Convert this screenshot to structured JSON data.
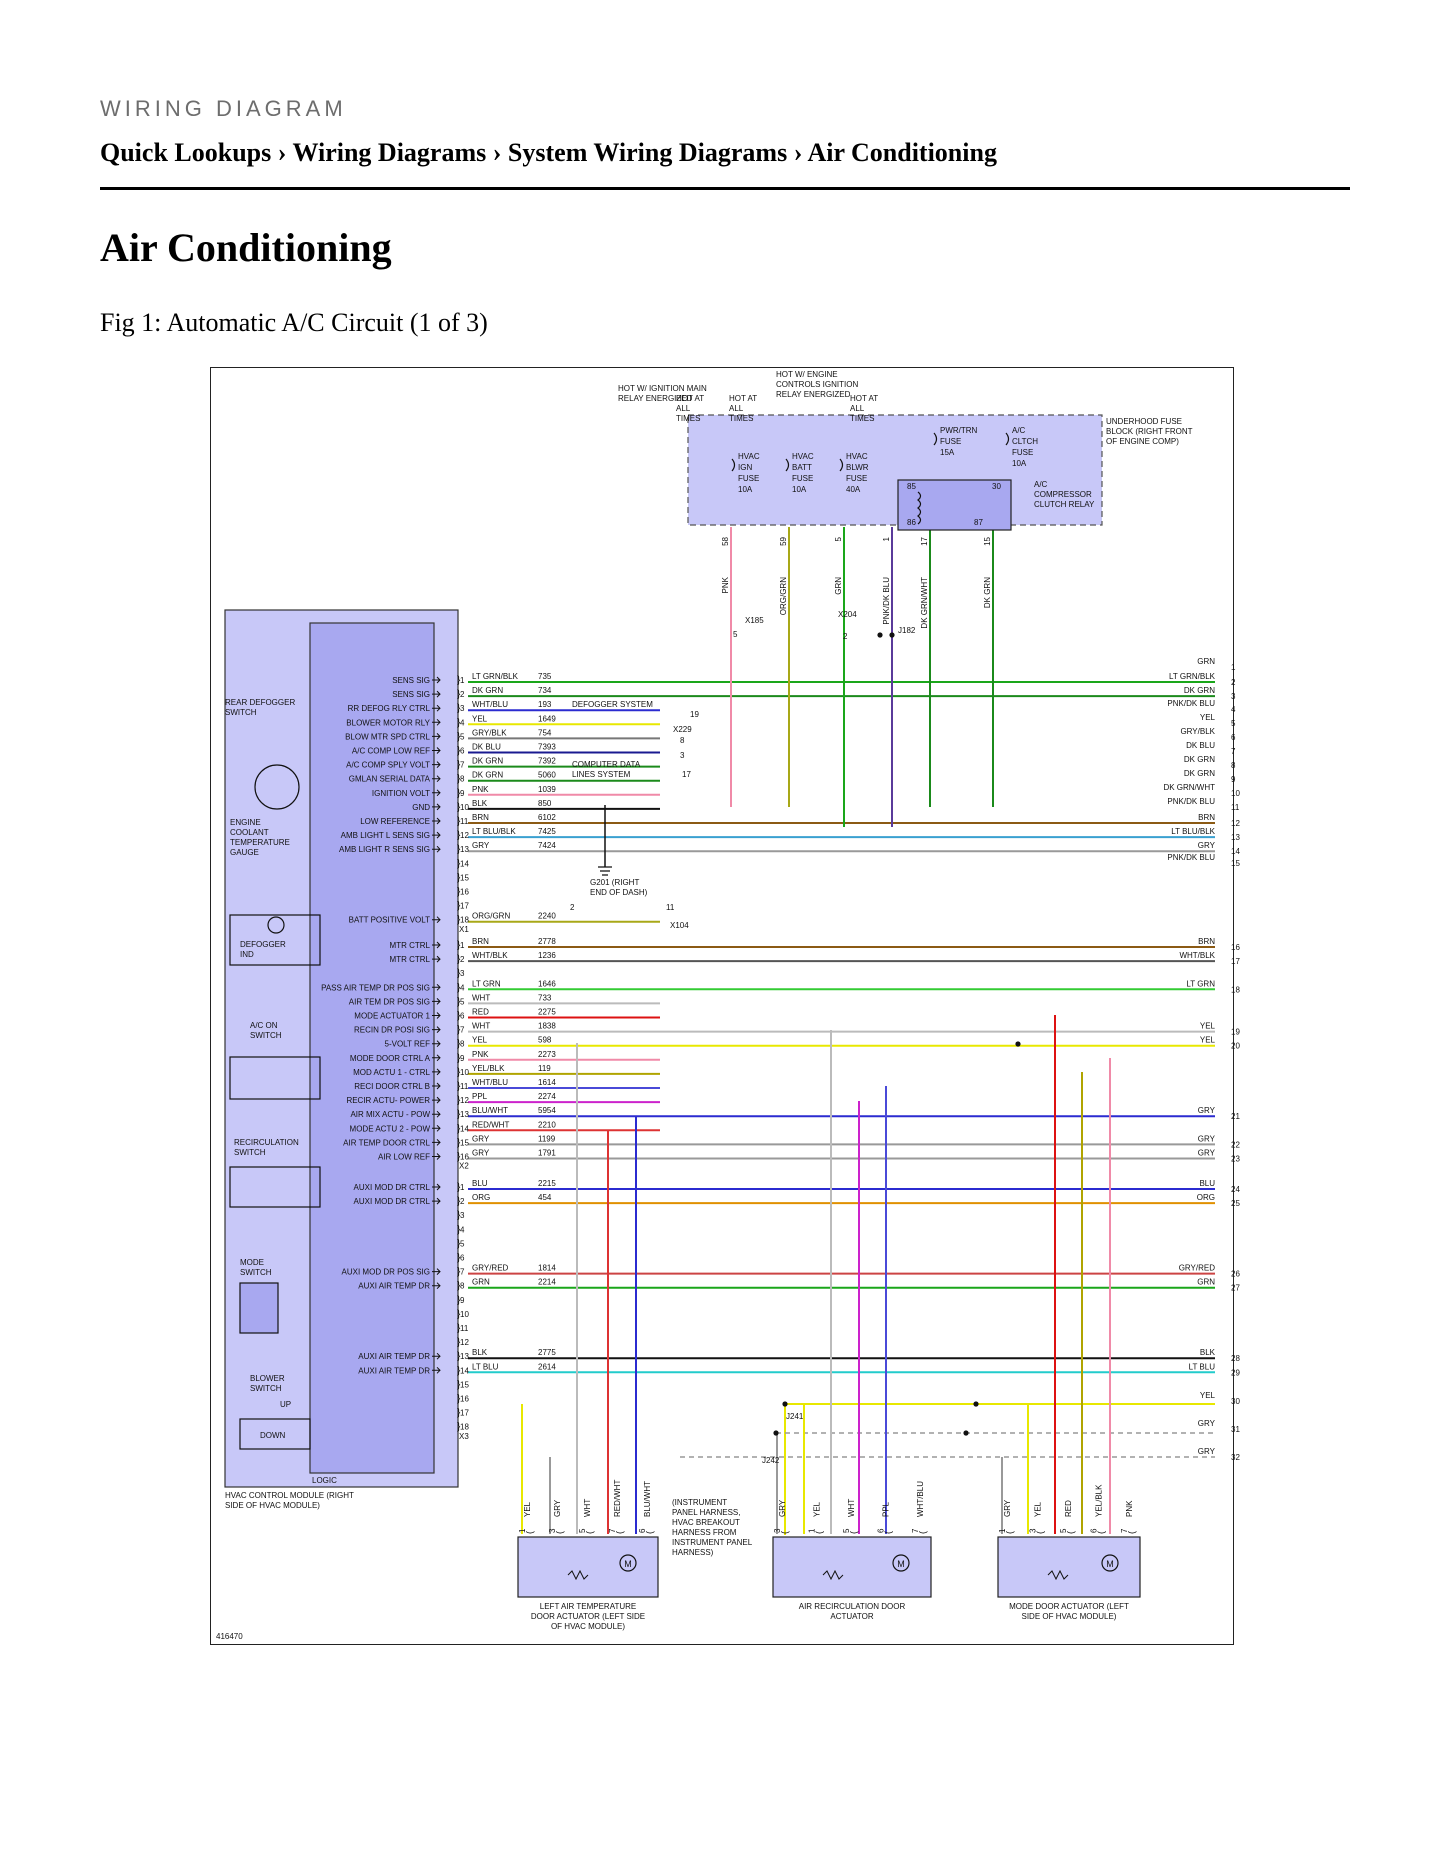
{
  "header": {
    "kicker": "WIRING DIAGRAM",
    "breadcrumb": [
      "Quick Lookups",
      "Wiring Diagrams",
      "System Wiring Diagrams",
      "Air Conditioning"
    ],
    "sep": "›"
  },
  "page": {
    "title": "Air Conditioning",
    "figure_caption": "Fig 1: Automatic A/C Circuit (1 of 3)"
  },
  "diagram": {
    "figure_id": "416470",
    "hot_labels": [
      "HOT W/ IGNITION MAIN RELAY ENERGIZED",
      "HOT AT ALL TIMES",
      "HOT AT ALL TIMES",
      "HOT W/ ENGINE CONTROLS IGNITION RELAY ENERGIZED",
      "HOT AT ALL TIMES"
    ],
    "fuse_block": "UNDERHOOD FUSE BLOCK (RIGHT FRONT OF ENGINE COMP)",
    "fuses": [
      "HVAC IGN FUSE 10A",
      "HVAC BATT FUSE 10A",
      "HVAC BLWR FUSE 40A",
      "PWR/TRN FUSE 15A",
      "A/C CLTCH FUSE 10A"
    ],
    "relay": {
      "label": "A/C COMPRESSOR CLUTCH RELAY",
      "pins": [
        "85",
        "30",
        "86",
        "87"
      ]
    },
    "feed_wires": [
      {
        "pin": "58",
        "color": "PNK",
        "hex": "#f08aa8"
      },
      {
        "pin": "59",
        "color": "ORG/GRN",
        "hex": "#a8a818"
      },
      {
        "pin": "5",
        "connector": "X2",
        "color": "GRN",
        "hex": "#1aa61a"
      },
      {
        "pin": "1",
        "color": "PNK/DK BLU",
        "hex": "#5a3a9a"
      },
      {
        "pin": "17",
        "color": "DK GRN/WHT",
        "hex": "#1b8a1b"
      },
      {
        "pin": "15",
        "connector": "X1",
        "color": "DK GRN",
        "hex": "#1b8a1b"
      }
    ],
    "splice_connectors": [
      "X185",
      "X204",
      "J182",
      "X229",
      "X104",
      "J241",
      "J242",
      "X1",
      "X2",
      "X3"
    ],
    "module": {
      "label": "HVAC CONTROL MODULE (RIGHT SIDE OF HVAC MODULE)",
      "logic": "LOGIC"
    },
    "switches": [
      "REAR DEFOGGER SWITCH",
      "ENGINE COOLANT TEMPERATURE GAUGE",
      "DEFOGGER IND",
      "A/C ON SWITCH",
      "RECIRCULATION SWITCH",
      "MODE SWITCH",
      "BLOWER SWITCH"
    ],
    "blower_positions": [
      "UP",
      "DOWN"
    ],
    "ground": "G201 (RIGHT END OF DASH)",
    "notes": [
      "DEFOGGER SYSTEM",
      "COMPUTER DATA LINES SYSTEM",
      "(INSTRUMENT PANEL HARNESS, HVAC BREAKOUT HARNESS FROM INSTRUMENT PANEL HARNESS)"
    ],
    "x1": [
      {
        "pin": "1",
        "signal": "SENS SIG",
        "color": "LT GRN/BLK",
        "circuit": "735",
        "right": "LT GRN/BLK",
        "n": "2",
        "hex": "#1aa61a"
      },
      {
        "pin": "2",
        "signal": "SENS SIG",
        "color": "DK GRN",
        "circuit": "734",
        "right": "DK GRN",
        "n": "3",
        "hex": "#1b8a1b"
      },
      {
        "pin": "3",
        "signal": "RR DEFOG RLY CTRL",
        "color": "WHT/BLU",
        "circuit": "193",
        "right": "",
        "n": "",
        "hex": "#2b2bd0"
      },
      {
        "pin": "4",
        "signal": "BLOWER MOTOR RLY",
        "color": "YEL",
        "circuit": "1649",
        "right": "",
        "n": "",
        "hex": "#e8e800"
      },
      {
        "pin": "5",
        "signal": "BLOW MTR SPD CTRL",
        "color": "GRY/BLK",
        "circuit": "754",
        "right": "",
        "n": "",
        "hex": "#777777"
      },
      {
        "pin": "6",
        "signal": "A/C COMP LOW REF",
        "color": "DK BLU",
        "circuit": "7393",
        "right": "",
        "n": "",
        "hex": "#1a1a90"
      },
      {
        "pin": "7",
        "signal": "A/C COMP SPLY VOLT",
        "color": "DK GRN",
        "circuit": "7392",
        "right": "",
        "n": "",
        "hex": "#1b8a1b"
      },
      {
        "pin": "8",
        "signal": "GMLAN SERIAL DATA",
        "color": "DK GRN",
        "circuit": "5060",
        "right": "",
        "n": "",
        "hex": "#1b8a1b"
      },
      {
        "pin": "9",
        "signal": "IGNITION VOLT",
        "color": "PNK",
        "circuit": "1039",
        "right": "",
        "n": "",
        "hex": "#f08aa8"
      },
      {
        "pin": "10",
        "signal": "GND",
        "color": "BLK",
        "circuit": "850",
        "right": "",
        "n": "",
        "hex": "#111111"
      },
      {
        "pin": "11",
        "signal": "LOW REFERENCE",
        "color": "BRN",
        "circuit": "6102",
        "right": "BRN",
        "n": "12",
        "hex": "#8b5a14"
      },
      {
        "pin": "12",
        "signal": "AMB LIGHT L SENS SIG",
        "color": "LT BLU/BLK",
        "circuit": "7425",
        "right": "LT BLU/BLK",
        "n": "13",
        "hex": "#3aa0d0"
      },
      {
        "pin": "13",
        "signal": "AMB LIGHT R SENS SIG",
        "color": "GRY",
        "circuit": "7424",
        "right": "GRY",
        "n": "14",
        "hex": "#999999"
      },
      {
        "pin": "14",
        "signal": "",
        "color": "",
        "circuit": "",
        "right": "",
        "n": "",
        "hex": ""
      },
      {
        "pin": "15",
        "signal": "",
        "color": "",
        "circuit": "",
        "right": "",
        "n": "",
        "hex": ""
      },
      {
        "pin": "16",
        "signal": "",
        "color": "",
        "circuit": "",
        "right": "",
        "n": "",
        "hex": ""
      },
      {
        "pin": "17",
        "signal": "",
        "color": "",
        "circuit": "",
        "right": "",
        "n": "",
        "hex": ""
      },
      {
        "pin": "18",
        "signal": "BATT POSITIVE VOLT",
        "color": "ORG/GRN",
        "circuit": "2240",
        "right": "",
        "n": "",
        "hex": "#a8a818"
      }
    ],
    "x1_right_only": [
      {
        "label": "GRN",
        "n": "1"
      },
      {
        "label": "PNK/DK BLU",
        "n": "4"
      },
      {
        "label": "YEL",
        "n": "5"
      },
      {
        "label": "GRY/BLK",
        "n": "6"
      },
      {
        "label": "DK BLU",
        "n": "7"
      },
      {
        "label": "DK GRN",
        "n": "8"
      },
      {
        "label": "DK GRN",
        "n": "9"
      },
      {
        "label": "DK GRN/WHT",
        "n": "10"
      },
      {
        "label": "PNK/DK BLU",
        "n": "11"
      },
      {
        "label": "PNK/DK BLU",
        "n": "15"
      }
    ],
    "x2": [
      {
        "pin": "1",
        "signal": "MTR CTRL",
        "color": "BRN",
        "circuit": "2778",
        "right": "BRN",
        "n": "16",
        "hex": "#8b5a14"
      },
      {
        "pin": "2",
        "signal": "MTR CTRL",
        "color": "WHT/BLK",
        "circuit": "1236",
        "right": "WHT/BLK",
        "n": "17",
        "hex": "#555555"
      },
      {
        "pin": "3",
        "signal": "",
        "color": "",
        "circuit": "",
        "right": "",
        "n": "",
        "hex": ""
      },
      {
        "pin": "4",
        "signal": "PASS AIR TEMP DR POS SIG",
        "color": "LT GRN",
        "circuit": "1646",
        "right": "LT GRN",
        "n": "18",
        "hex": "#33cc33"
      },
      {
        "pin": "5",
        "signal": "AIR TEM DR POS SIG",
        "color": "WHT",
        "circuit": "733",
        "right": "",
        "n": "",
        "hex": "#bbbbbb"
      },
      {
        "pin": "6",
        "signal": "MODE ACTUATOR 1",
        "color": "RED",
        "circuit": "2275",
        "right": "",
        "n": "",
        "hex": "#dd1111"
      },
      {
        "pin": "7",
        "signal": "RECIN DR POSI SIG",
        "color": "WHT",
        "circuit": "1838",
        "right": "YEL",
        "n": "19",
        "hex": "#bbbbbb"
      },
      {
        "pin": "8",
        "signal": "5-VOLT REF",
        "color": "YEL",
        "circuit": "598",
        "right": "YEL",
        "n": "20",
        "hex": "#e8e800"
      },
      {
        "pin": "9",
        "signal": "MODE DOOR CTRL A",
        "color": "PNK",
        "circuit": "2273",
        "right": "",
        "n": "",
        "hex": "#f08aa8"
      },
      {
        "pin": "10",
        "signal": "MOD ACTU 1 - CTRL",
        "color": "YEL/BLK",
        "circuit": "119",
        "right": "",
        "n": "",
        "hex": "#b0a400"
      },
      {
        "pin": "11",
        "signal": "RECI DOOR CTRL B",
        "color": "WHT/BLU",
        "circuit": "1614",
        "right": "",
        "n": "",
        "hex": "#4a4ad8"
      },
      {
        "pin": "12",
        "signal": "RECIR ACTU- POWER",
        "color": "PPL",
        "circuit": "2274",
        "right": "",
        "n": "",
        "hex": "#cc22cc"
      },
      {
        "pin": "13",
        "signal": "AIR MIX ACTU - POW",
        "color": "BLU/WHT",
        "circuit": "5954",
        "right": "GRY",
        "n": "21",
        "hex": "#2b2bd0"
      },
      {
        "pin": "14",
        "signal": "MODE ACTU 2 - POW",
        "color": "RED/WHT",
        "circuit": "2210",
        "right": "",
        "n": "",
        "hex": "#dd3333"
      },
      {
        "pin": "15",
        "signal": "AIR TEMP DOOR CTRL",
        "color": "GRY",
        "circuit": "1199",
        "right": "GRY",
        "n": "22",
        "hex": "#999999"
      },
      {
        "pin": "16",
        "signal": "AIR LOW REF",
        "color": "GRY",
        "circuit": "1791",
        "right": "GRY",
        "n": "23",
        "hex": "#999999"
      }
    ],
    "x3": [
      {
        "pin": "1",
        "signal": "AUXI MOD DR CTRL",
        "color": "BLU",
        "circuit": "2215",
        "right": "BLU",
        "n": "24",
        "hex": "#2b2bd0"
      },
      {
        "pin": "2",
        "signal": "AUXI MOD DR CTRL",
        "color": "ORG",
        "circuit": "454",
        "right": "ORG",
        "n": "25",
        "hex": "#e09000"
      },
      {
        "pin": "3",
        "signal": "",
        "color": "",
        "circuit": "",
        "right": "",
        "n": "",
        "hex": ""
      },
      {
        "pin": "4",
        "signal": "",
        "color": "",
        "circuit": "",
        "right": "",
        "n": "",
        "hex": ""
      },
      {
        "pin": "5",
        "signal": "",
        "color": "",
        "circuit": "",
        "right": "",
        "n": "",
        "hex": ""
      },
      {
        "pin": "6",
        "signal": "",
        "color": "",
        "circuit": "",
        "right": "",
        "n": "",
        "hex": ""
      },
      {
        "pin": "7",
        "signal": "AUXI MOD DR POS SIG",
        "color": "GRY/RED",
        "circuit": "1814",
        "right": "GRY/RED",
        "n": "26",
        "hex": "#cc4444"
      },
      {
        "pin": "8",
        "signal": "AUXI AIR TEMP DR",
        "color": "GRN",
        "circuit": "2214",
        "right": "GRN",
        "n": "27",
        "hex": "#1aa61a"
      },
      {
        "pin": "9",
        "signal": "",
        "color": "",
        "circuit": "",
        "right": "",
        "n": "",
        "hex": ""
      },
      {
        "pin": "10",
        "signal": "",
        "color": "",
        "circuit": "",
        "right": "",
        "n": "",
        "hex": ""
      },
      {
        "pin": "11",
        "signal": "",
        "color": "",
        "circuit": "",
        "right": "",
        "n": "",
        "hex": ""
      },
      {
        "pin": "12",
        "signal": "",
        "color": "",
        "circuit": "",
        "right": "",
        "n": "",
        "hex": ""
      },
      {
        "pin": "13",
        "signal": "AUXI AIR TEMP DR",
        "color": "BLK",
        "circuit": "2775",
        "right": "BLK",
        "n": "28",
        "hex": "#111111"
      },
      {
        "pin": "14",
        "signal": "AUXI AIR TEMP DR",
        "color": "LT BLU",
        "circuit": "2614",
        "right": "LT BLU",
        "n": "29",
        "hex": "#22cccc"
      },
      {
        "pin": "15",
        "signal": "",
        "color": "",
        "circuit": "",
        "right": "",
        "n": "",
        "hex": ""
      },
      {
        "pin": "16",
        "signal": "",
        "color": "",
        "circuit": "",
        "right": "",
        "n": "",
        "hex": ""
      },
      {
        "pin": "17",
        "signal": "",
        "color": "",
        "circuit": "",
        "right": "",
        "n": "",
        "hex": ""
      },
      {
        "pin": "18",
        "signal": "",
        "color": "",
        "circuit": "",
        "right": "",
        "n": "",
        "hex": ""
      }
    ],
    "bottom_right": [
      {
        "label": "YEL",
        "n": "30"
      },
      {
        "label": "GRY",
        "n": "31"
      },
      {
        "label": "GRY",
        "n": "32"
      }
    ],
    "actuators": [
      {
        "label": "LEFT AIR TEMPERATURE DOOR ACTUATOR (LEFT SIDE OF HVAC MODULE)",
        "wires": [
          "YEL",
          "GRY",
          "WHT",
          "RED/WHT",
          "BLU/WHT"
        ],
        "pins": [
          "1",
          "3",
          "5",
          "7",
          "6"
        ]
      },
      {
        "label": "AIR RECIRCULATION DOOR ACTUATOR",
        "wires": [
          "GRY",
          "YEL",
          "WHT",
          "PPL",
          "WHT/BLU"
        ],
        "pins": [
          "3",
          "1",
          "5",
          "6",
          "7"
        ]
      },
      {
        "label": "MODE DOOR ACTUATOR (LEFT SIDE OF HVAC MODULE)",
        "wires": [
          "GRY",
          "YEL",
          "RED",
          "YEL/BLK",
          "PNK"
        ],
        "pins": [
          "1",
          "3",
          "5",
          "6",
          "7"
        ]
      }
    ],
    "splice_pins": [
      "5",
      "2",
      "19",
      "8",
      "3",
      "17",
      "2",
      "11"
    ],
    "motor_symbol": "M",
    "colors": {
      "fill": "#c8c8f8",
      "fill_dark": "#a8a8f0",
      "border": "#333366"
    }
  }
}
